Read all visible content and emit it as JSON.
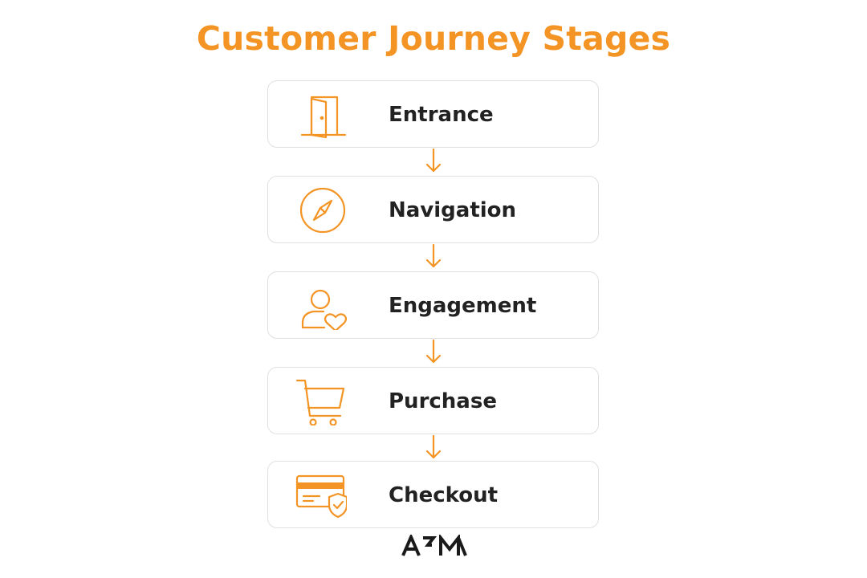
{
  "title": "Customer Journey Stages",
  "colors": {
    "accent": "#F39424",
    "text": "#222222",
    "card_border": "#E0E0E0"
  },
  "stages": [
    {
      "label": "Entrance",
      "icon": "door-icon"
    },
    {
      "label": "Navigation",
      "icon": "compass-icon"
    },
    {
      "label": "Engagement",
      "icon": "person-heart-icon"
    },
    {
      "label": "Purchase",
      "icon": "shopping-cart-icon"
    },
    {
      "label": "Checkout",
      "icon": "credit-card-shield-icon"
    }
  ],
  "logo": {
    "text": "A3M"
  }
}
